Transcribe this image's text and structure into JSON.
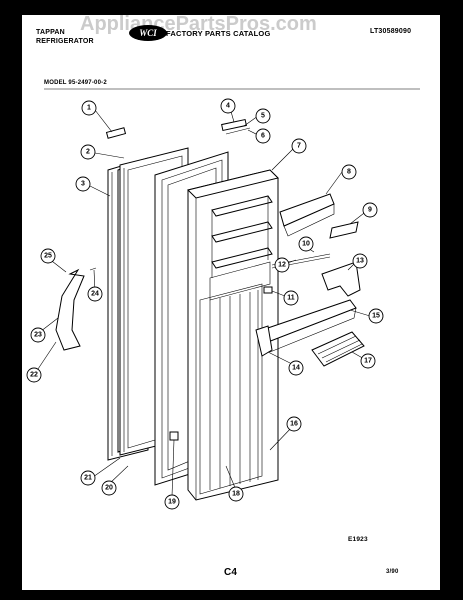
{
  "header": {
    "brand_line1": "TAPPAN",
    "brand_line2": "REFRIGERATOR",
    "catalog_title": "FACTORY PARTS CATALOG",
    "catalog_number": "LT30589090",
    "model": "MODEL 95-2497-00-2"
  },
  "watermark": "AppliancePartsPros.com",
  "logo": "WCI",
  "callouts": [
    "1",
    "2",
    "3",
    "4",
    "5",
    "6",
    "7",
    "8",
    "9",
    "10",
    "11",
    "12",
    "13",
    "14",
    "15",
    "16",
    "17",
    "18",
    "19",
    "20",
    "21",
    "22",
    "23",
    "24",
    "25"
  ],
  "footer": {
    "figure_code": "E1923",
    "page_code": "C4",
    "date": "3/90"
  }
}
